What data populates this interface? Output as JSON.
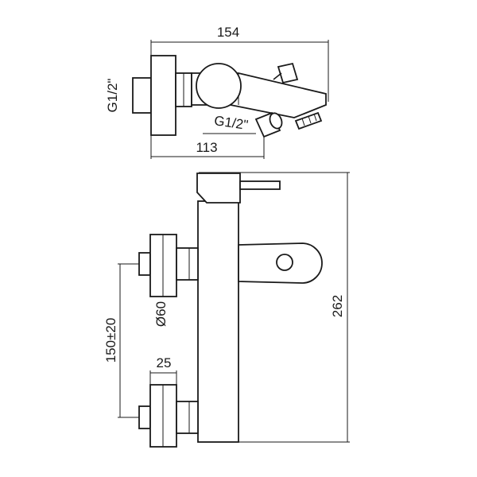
{
  "top_view": {
    "width_label": "154",
    "depth_label": "113",
    "inlet_thread_label": "G1/2\"",
    "outlet_thread_label": "G1/2\""
  },
  "front_view": {
    "height_label": "262",
    "diameter_label": "Ø60",
    "centers_label": "150±20",
    "connector_label": "25"
  }
}
